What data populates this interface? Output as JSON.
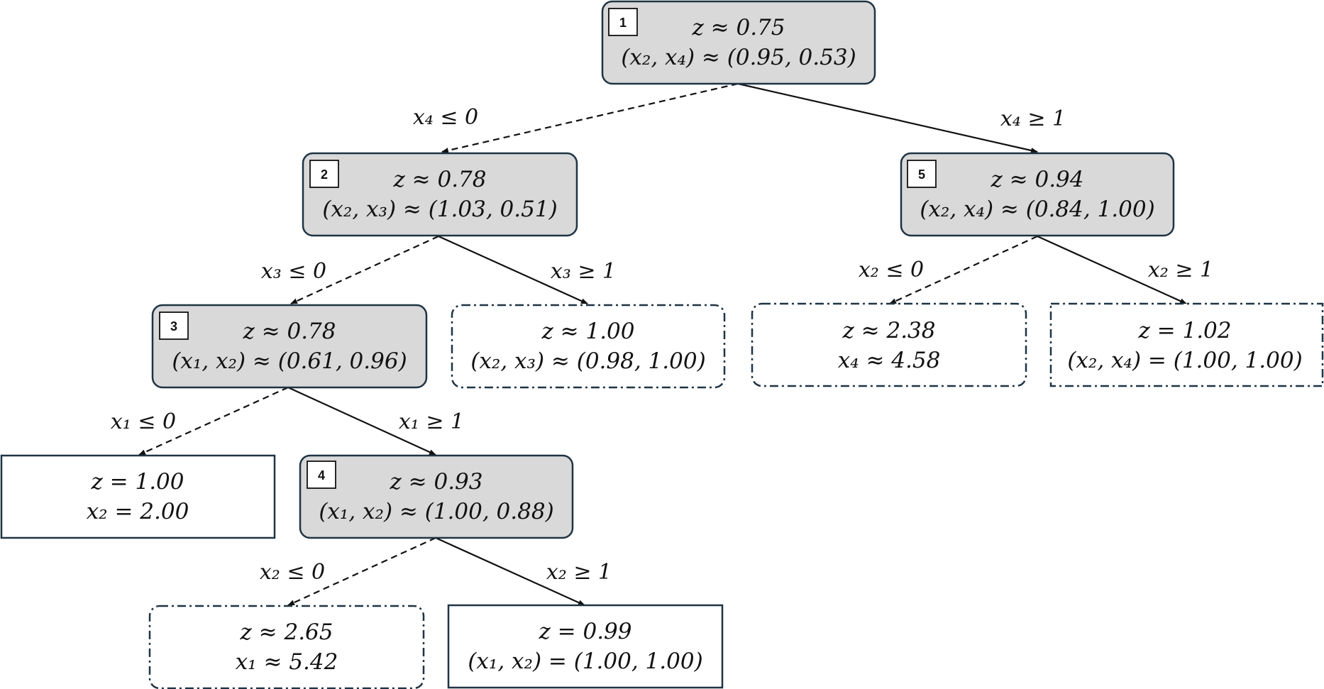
{
  "nodes": {
    "n1": {
      "badge": "1",
      "line1": "z ≈ 0.75",
      "line2": "(x₂, x₄) ≈ (0.95, 0.53)"
    },
    "n2": {
      "badge": "2",
      "line1": "z ≈ 0.78",
      "line2": "(x₂, x₃) ≈ (1.03, 0.51)"
    },
    "n5": {
      "badge": "5",
      "line1": "z ≈ 0.94",
      "line2": "(x₂, x₄) ≈ (0.84, 1.00)"
    },
    "n3": {
      "badge": "3",
      "line1": "z ≈ 0.78",
      "line2": "(x₁, x₂) ≈ (0.61, 0.96)"
    },
    "leafA": {
      "line1": "z ≈ 1.00",
      "line2": "(x₂, x₃) ≈ (0.98, 1.00)"
    },
    "leafB": {
      "line1": "z ≈ 2.38",
      "line2": "x₄ ≈ 4.58"
    },
    "leafC": {
      "line1": "z = 1.02",
      "line2": "(x₂, x₄) = (1.00, 1.00)"
    },
    "leafD": {
      "line1": "z = 1.00",
      "line2": "x₂ = 2.00"
    },
    "n4": {
      "badge": "4",
      "line1": "z ≈ 0.93",
      "line2": "(x₁, x₂) ≈ (1.00, 0.88)"
    },
    "leafE": {
      "line1": "z ≈ 2.65",
      "line2": "x₁ ≈ 5.42"
    },
    "leafF": {
      "line1": "z = 0.99",
      "line2": "(x₁, x₂) = (1.00, 1.00)"
    }
  },
  "edges": {
    "e1_2": "x₄ ≤ 0",
    "e1_5": "x₄ ≥ 1",
    "e2_3": "x₃ ≤ 0",
    "e2_A": "x₃ ≥ 1",
    "e5_B": "x₂ ≤ 0",
    "e5_C": "x₂ ≥ 1",
    "e3_D": "x₁ ≤ 0",
    "e3_4": "x₁ ≥ 1",
    "e4_E": "x₂ ≤ 0",
    "e4_F": "x₂ ≥ 1"
  },
  "colors": {
    "node_fill": "#d9d9d9",
    "node_stroke": "#1f3444",
    "leaf_fill": "#ffffff",
    "edge": "#111111"
  }
}
